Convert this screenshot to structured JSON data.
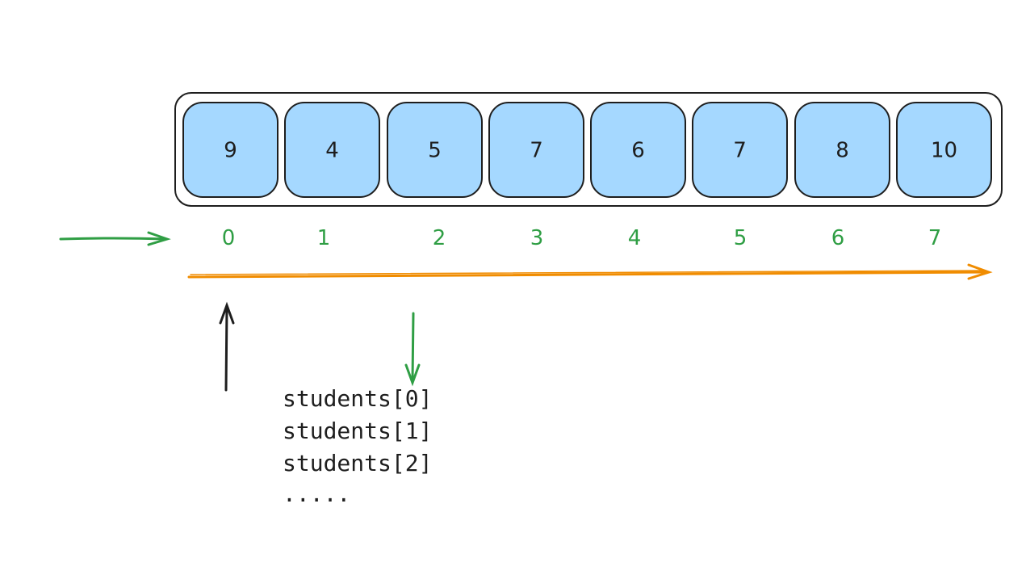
{
  "array": {
    "values": [
      "9",
      "4",
      "5",
      "7",
      "6",
      "7",
      "8",
      "10"
    ],
    "indices": [
      "0",
      "1",
      "2",
      "3",
      "4",
      "5",
      "6",
      "7"
    ]
  },
  "access_lines": [
    "students[0]",
    "students[1]",
    "students[2]",
    "....."
  ],
  "colors": {
    "cell_fill": "#a5d8ff",
    "stroke": "#1e1e1e",
    "index": "#2f9e44",
    "green_arrow": "#2f9e44",
    "orange_arrow": "#f08c00",
    "black_arrow": "#1e1e1e"
  }
}
